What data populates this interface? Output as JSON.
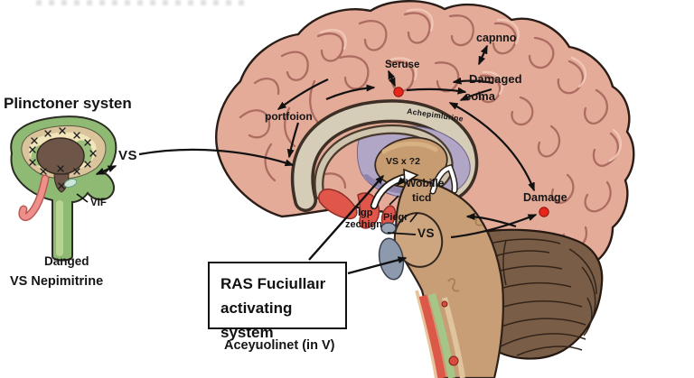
{
  "left_panel": {
    "title": "Plinctoner systen",
    "vs_label": "VS",
    "vif_label": "VIF",
    "caption_line1": "Danged",
    "caption_line2": "VS Nepimitrine"
  },
  "brain": {
    "cortex_label": "portfoion",
    "seruse_label": "Seruse",
    "band_label": "Achepimlurine",
    "capnno_label": "capnno",
    "damaged_label": "Damaged",
    "coma_label": "coma",
    "thalamus_label": "VS x ?2",
    "wobille_line1": "Wobille",
    "wobille_line2": "ticd",
    "igp_line1": "Igp",
    "igp_line2": "zechign",
    "piegr_label": "Piegr",
    "vs_mid_label": "VS",
    "damage_label": "Damage"
  },
  "ras_box": {
    "line1": "RAS Fuciullaır",
    "line2": "activating system"
  },
  "bottom_caption": "Aceyuolinet (in V)",
  "colors": {
    "cortex": "#e5ab99",
    "cerebellum": "#7a5d46",
    "brainstem": "#c89e77",
    "thalamus_purple": "#b1a6c6",
    "thalamus_core": "#c69c70",
    "section_green": "#8fba74",
    "artery_red": "#e0564a",
    "marker_red": "#e6261d",
    "band_beige": "#d6cdb8"
  }
}
